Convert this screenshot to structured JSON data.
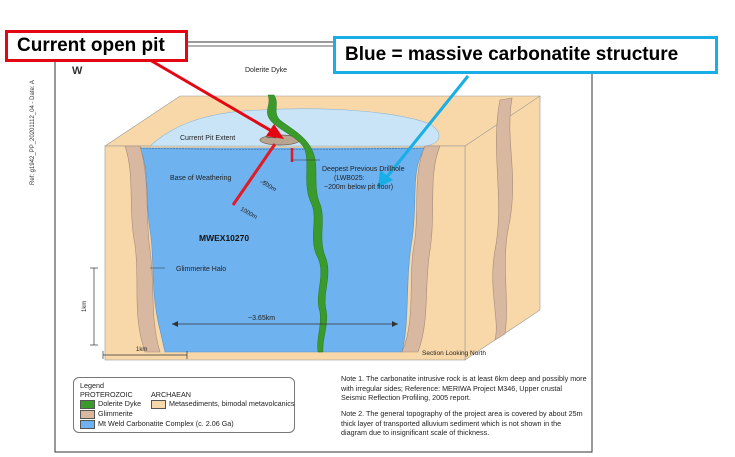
{
  "callouts": {
    "open_pit": "Current open pit",
    "blue": "Blue = massive carbonatite structure"
  },
  "labels": {
    "dolerite_dyke": "Dolerite Dyke",
    "pit_extent": "Current Pit Extent",
    "deepest_drillhole_1": "Deepest Previous Drillhole",
    "deepest_drillhole_2": "(LWB025:",
    "deepest_drillhole_3": "~200m below pit floor)",
    "base_weathering": "Base of Weathering",
    "m500": "500m",
    "m1000": "1000m",
    "mwex": "MWEX10270",
    "glimmerite_halo": "Glimmerite Halo",
    "width": "~3.65km",
    "vscale": "1km",
    "hscale": "1km",
    "section": "Section Looking North",
    "header_fragment": "W"
  },
  "ref_text": "Ref: g1942_PP_20201112_04 - Date: A",
  "legend": {
    "title": "Legend",
    "proterozoic": "PROTEROZOIC",
    "archaean": "ARCHAEAN",
    "items": {
      "dyke": "Dolerite Dyke",
      "glimmerite": "Glimmerite",
      "carbonatite": "Mt Weld Carbonatite Complex (c. 2.06 Ga)",
      "meta": "Metasediments, bimodal metavolcanics"
    }
  },
  "notes": {
    "note1": "Note 1. The carbonatite intrusive rock is at least 6km deep and possibly more with irregular sides; Reference: MERIWA Project M346, Upper crustal Seismic Reflection Profiling, 2005 report.",
    "note2": "Note 2. The general topography of the project area is covered by about 25m thick layer of transported alluvium sediment which is not shown in the diagram due to insignificant scale of thickness."
  },
  "colors": {
    "callout_red": "#e30613",
    "callout_blue": "#19aee6",
    "carbonatite": "#6fb2f0",
    "pit_light": "#c9e4f7",
    "archaean": "#f8d8a8",
    "glimmerite": "#d9b8a2",
    "dyke": "#3b9a2c",
    "drill_red": "#e01b24"
  }
}
